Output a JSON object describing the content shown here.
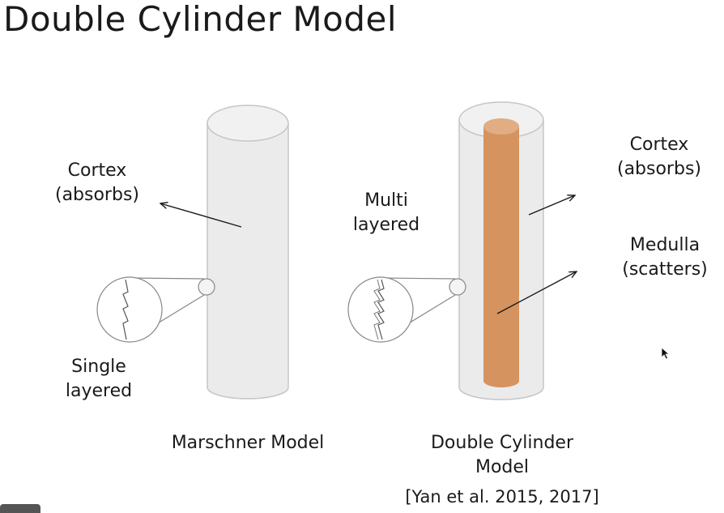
{
  "slide": {
    "title": "Double Cylinder Model",
    "left": {
      "cortex_line1": "Cortex",
      "cortex_line2": "(absorbs)",
      "layer_line1": "Single",
      "layer_line2": "layered",
      "caption": "Marschner Model"
    },
    "right": {
      "layer_line1": "Multi",
      "layer_line2": "layered",
      "cortex_line1": "Cortex",
      "cortex_line2": "(absorbs)",
      "medulla_line1": "Medulla",
      "medulla_line2": "(scatters)",
      "caption_line1": "Double Cylinder",
      "caption_line2": "Model",
      "citation": "[Yan et al. 2015, 2017]"
    }
  },
  "colors": {
    "cortex_fill": "#ebebec",
    "cortex_stroke": "#c6c6c8",
    "medulla_fill": "#d4935f",
    "medulla_top": "#e2ad82",
    "line": "#1a1a1a"
  }
}
